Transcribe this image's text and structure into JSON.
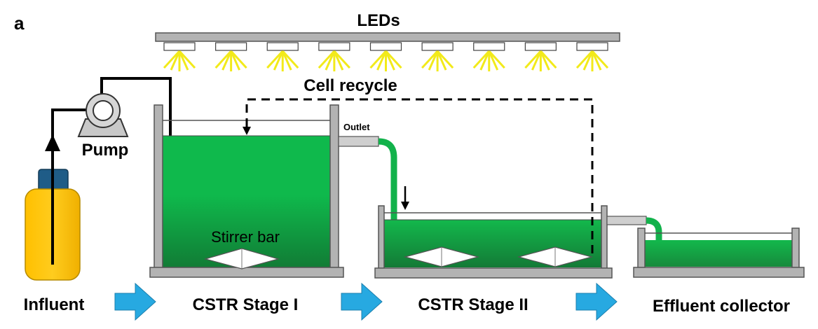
{
  "panel_label": "a",
  "labels": {
    "leds": "LEDs",
    "cell_recycle": "Cell recycle",
    "pump": "Pump",
    "outlet": "Outlet",
    "stirrer_bar": "Stirrer bar"
  },
  "stages": [
    {
      "label": "Influent"
    },
    {
      "label": "CSTR Stage I"
    },
    {
      "label": "CSTR Stage II"
    },
    {
      "label": "Effluent collector"
    }
  ],
  "led_count": 9,
  "colors": {
    "culture_light": "#0fb94c",
    "culture_dark": "#117c35",
    "tank_wall": "#b3b3b3",
    "tank_outline": "#555555",
    "led_ray": "#f2ea1a",
    "bottle_body": "#ffc000",
    "bottle_cap": "#1f5c87",
    "flow_arrow": "#27a9e1",
    "line": "#000000"
  }
}
